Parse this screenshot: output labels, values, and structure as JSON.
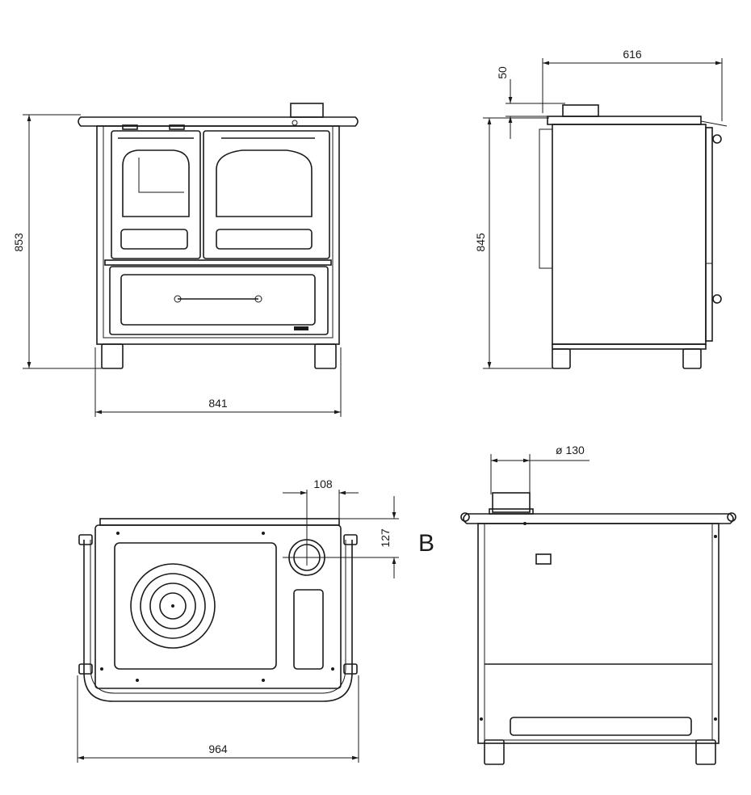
{
  "dimensions": {
    "front_height": "853",
    "front_width": "841",
    "side_depth": "616",
    "side_top_offset": "50",
    "side_height": "845",
    "top_width": "964",
    "flue_offset_x": "108",
    "flue_offset_y": "127",
    "flue_diameter": "ø 130"
  },
  "view_label": "B"
}
